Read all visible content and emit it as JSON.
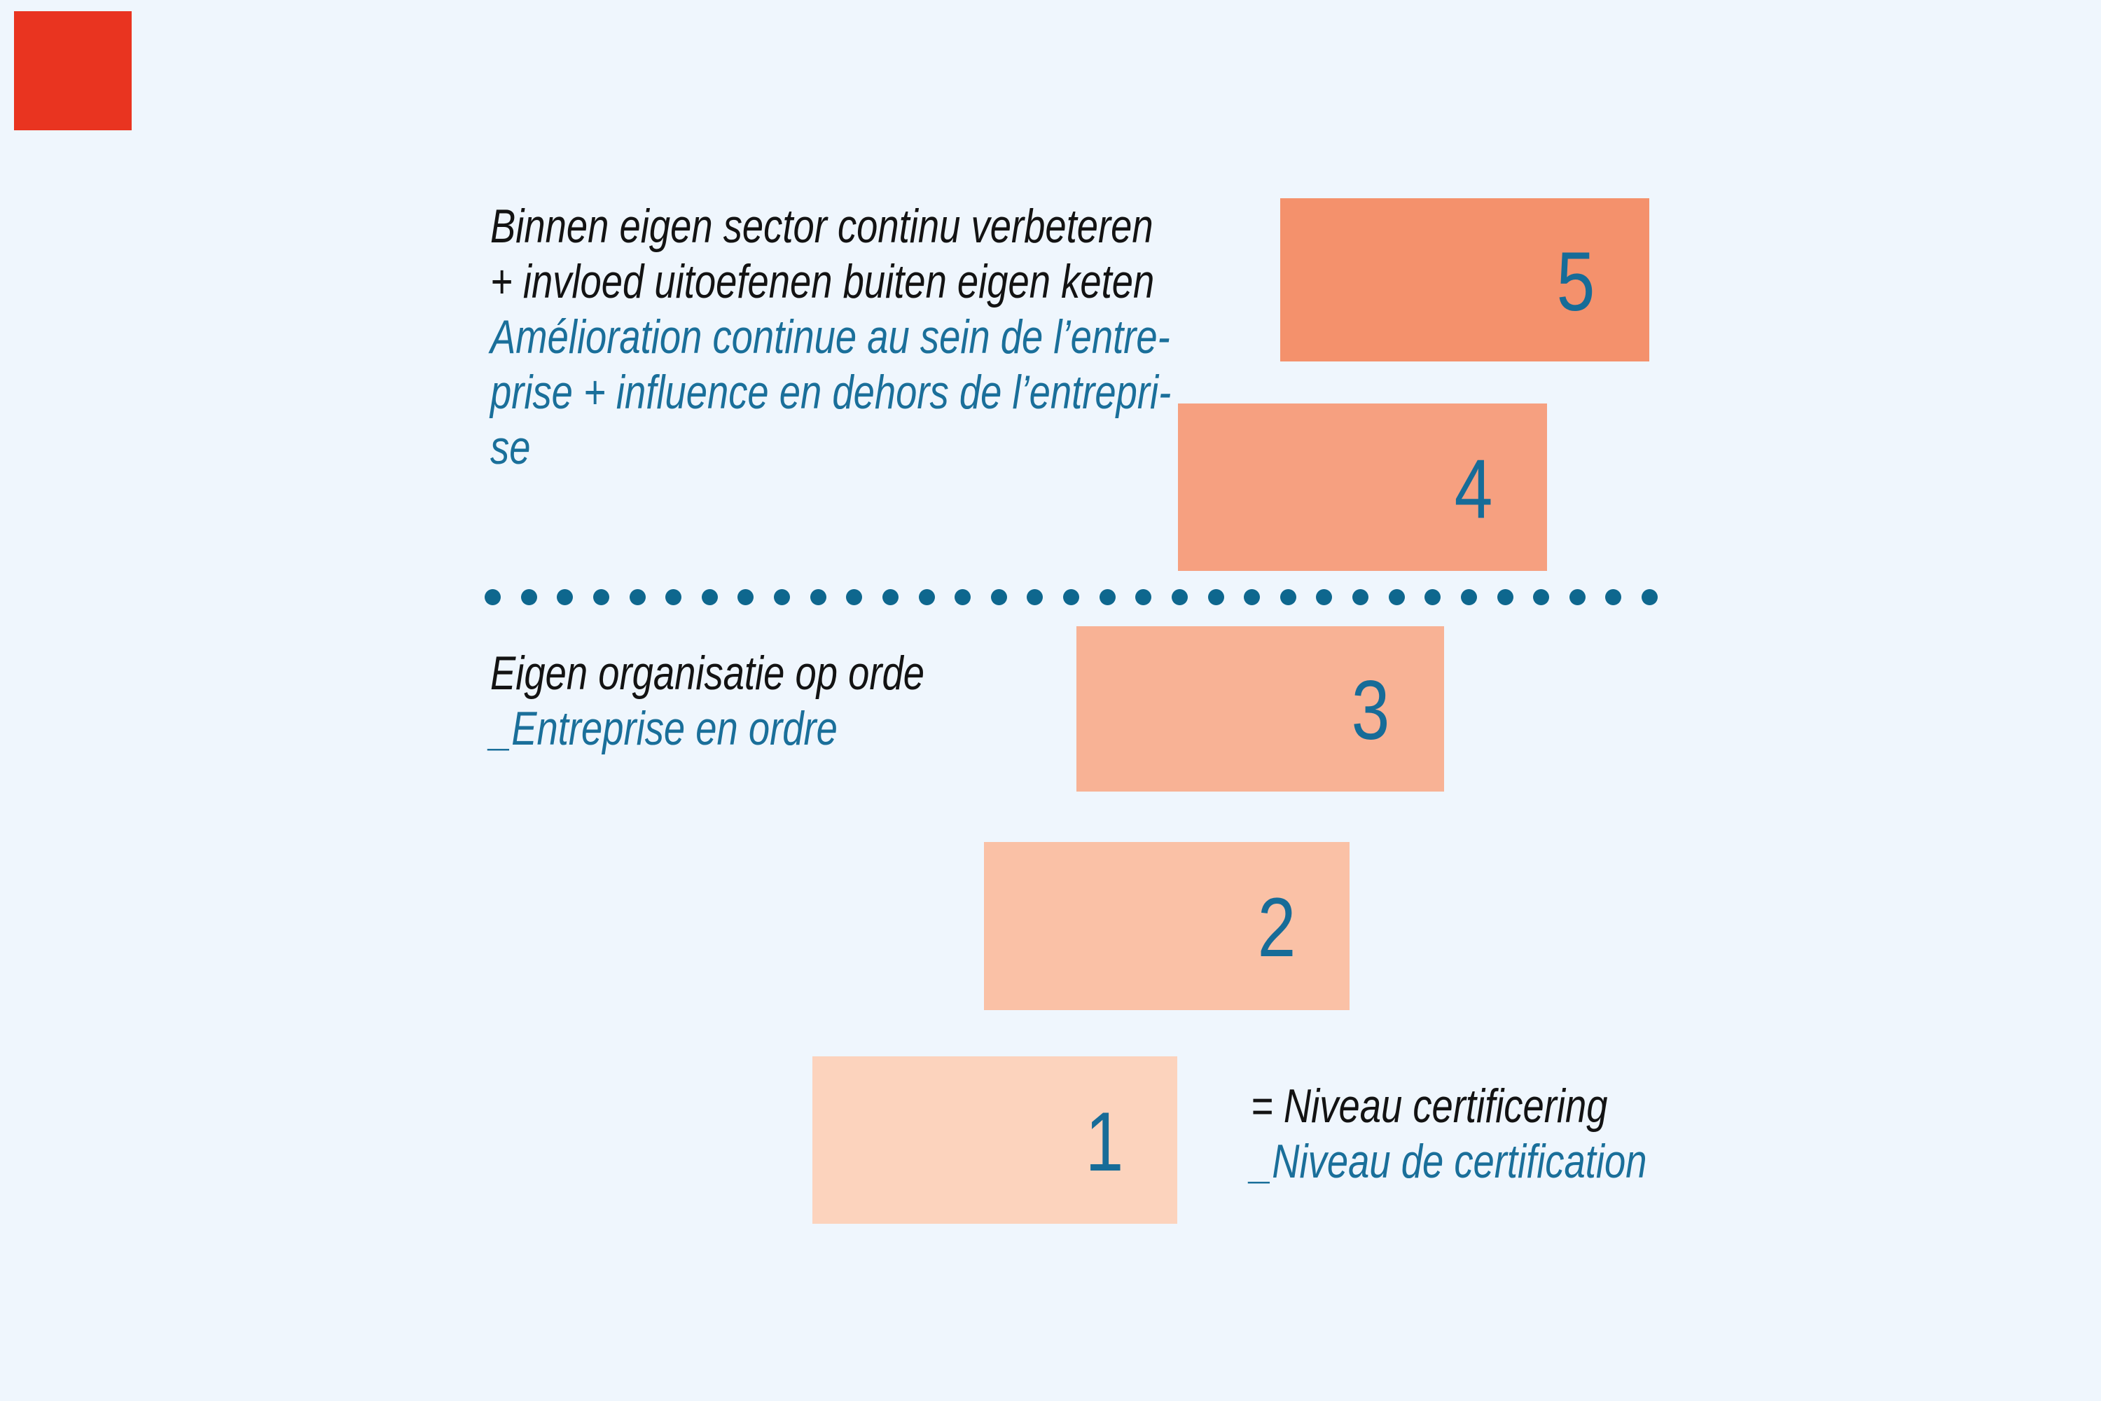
{
  "background_color": "#EFF6FD",
  "corner_marker": {
    "color": "#E93420"
  },
  "top_caption": {
    "nl_lines": [
      "Binnen eigen sector continu verbeteren",
      "+ invloed uitoefenen buiten eigen keten"
    ],
    "fr_lines": [
      "Amélioration continue au sein de l’entre-",
      "prise + influence en dehors de l’entrepri-",
      "se"
    ]
  },
  "middle_caption": {
    "nl": "Eigen organisatie op orde",
    "fr": "_Entreprise en ordre"
  },
  "legend": {
    "nl": "= Niveau certificering",
    "fr": "_Niveau de certification"
  },
  "levels": [
    {
      "number": "5",
      "color": "#F4916C"
    },
    {
      "number": "4",
      "color": "#F6A080"
    },
    {
      "number": "3",
      "color": "#F8B295"
    },
    {
      "number": "2",
      "color": "#FAC1A6"
    },
    {
      "number": "1",
      "color": "#FCD3BD"
    }
  ],
  "divider": {
    "dot_count": 33,
    "color": "#0E678E"
  },
  "colors": {
    "text_black": "#131313",
    "text_blue": "#1A6F9A",
    "number_blue": "#176C98"
  }
}
